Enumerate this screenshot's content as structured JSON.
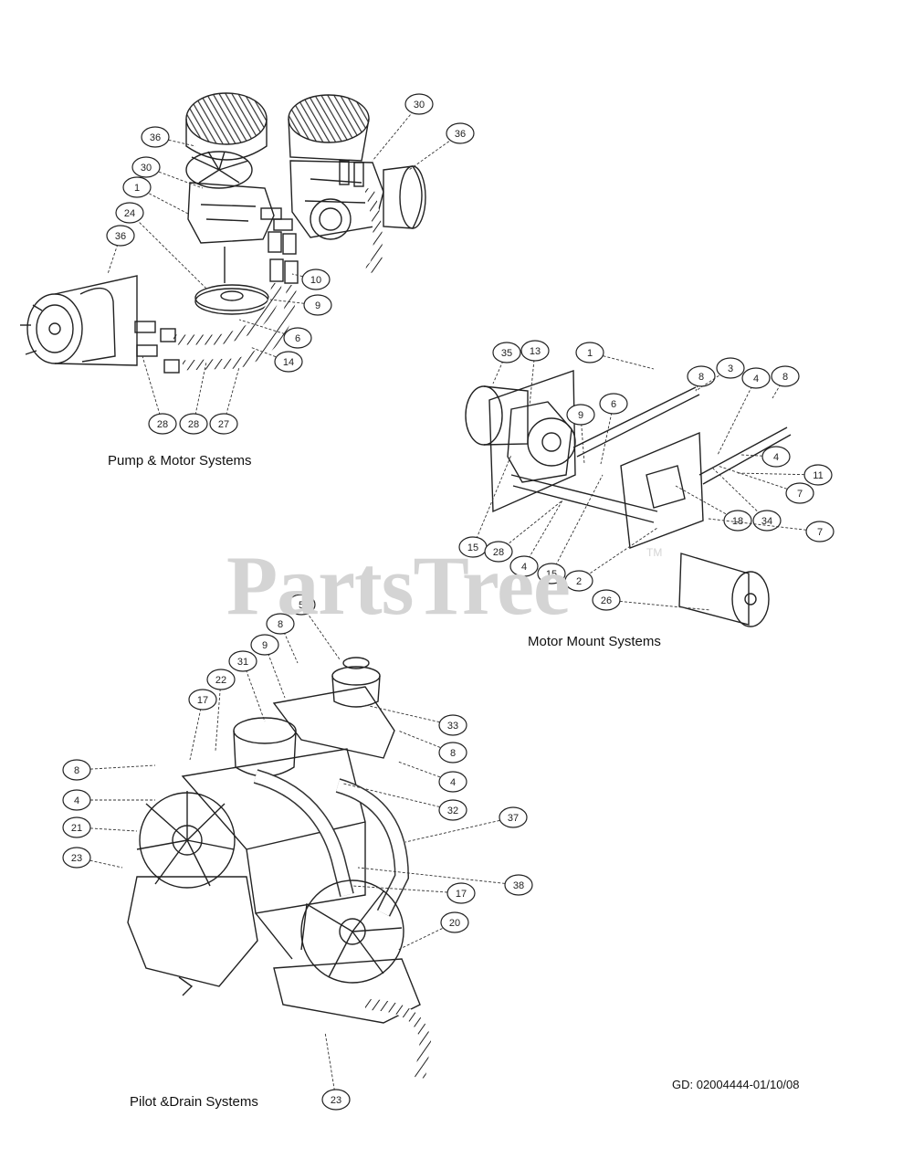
{
  "captions": {
    "pump_motor": "Pump & Motor Systems",
    "motor_mount": "Motor Mount Systems",
    "pilot_drain": "Pilot &Drain Systems"
  },
  "document_code": "GD: 02004444-01/10/08",
  "watermark": {
    "text": "PartsTree",
    "tm": "TM"
  },
  "callouts": {
    "pump_motor": [
      "30",
      "30",
      "36",
      "36",
      "36",
      "1",
      "24",
      "10",
      "9",
      "6",
      "14",
      "28",
      "28",
      "27"
    ],
    "motor_mount": [
      "35",
      "13",
      "1",
      "8",
      "3",
      "4",
      "8",
      "9",
      "6",
      "4",
      "11",
      "7",
      "34",
      "18",
      "7",
      "15",
      "28",
      "4",
      "15",
      "2",
      "26"
    ],
    "pilot_drain": [
      "5",
      "8",
      "9",
      "31",
      "22",
      "17",
      "33",
      "8",
      "4",
      "32",
      "8",
      "4",
      "21",
      "23",
      "37",
      "38",
      "17",
      "20",
      "23"
    ]
  }
}
